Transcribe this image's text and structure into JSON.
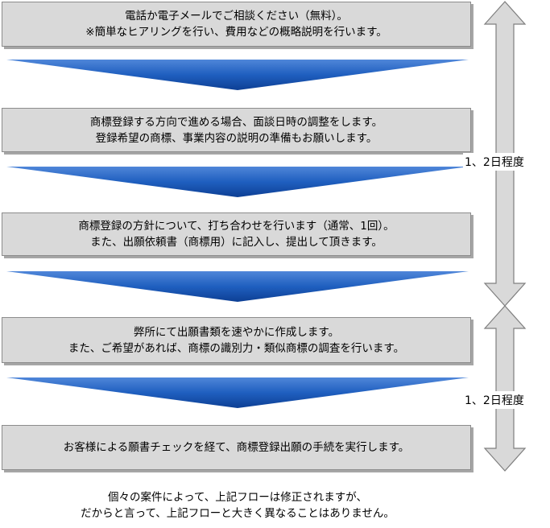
{
  "steps": [
    {
      "line1": "電話か電子メールでご相談ください（無料）。",
      "line2": "※簡単なヒアリングを行い、費用などの概略説明を行います。"
    },
    {
      "line1": "商標登録する方向で進める場合、面談日時の調整をします。",
      "line2": "登録希望の商標、事業内容の説明の準備もお願いします。"
    },
    {
      "line1": "商標登録の方針について、打ち合わせを行います（通常、1回）。",
      "line2": "また、出願依頼書（商標用）に記入し、提出して頂きます。"
    },
    {
      "line1": "弊所にて出願書類を速やかに作成します。",
      "line2": "また、ご希望があれば、商標の識別力・類似商標の調査を行います。"
    },
    {
      "line1": "お客様による願書チェックを経て、商標登録出願の手続を実行します。"
    }
  ],
  "durations": [
    "1、2日程度",
    "1、2日程度"
  ],
  "footer": {
    "line1": "個々の案件によって、上記フローは修正されますが、",
    "line2": "だからと言って、上記フローと大きく異なることはありません。"
  },
  "colors": {
    "step_fill": "#d9d9d9",
    "arrow_blue": "#1f5fbf",
    "side_arrow_fill": "#d9d9d9"
  }
}
